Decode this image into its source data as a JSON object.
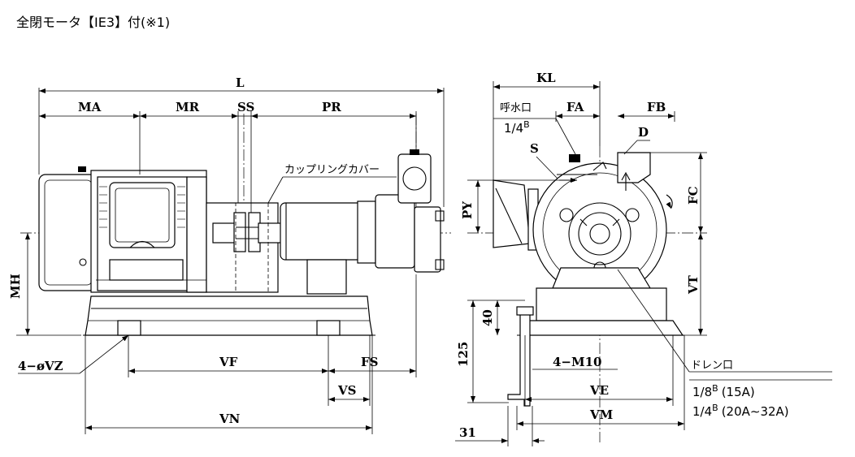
{
  "header": {
    "title": "全閉モータ【IE3】付(※1)"
  },
  "dimensions": {
    "L": "L",
    "MA": "MA",
    "MR": "MR",
    "SS": "SS",
    "PR": "PR",
    "MH": "MH",
    "VZ": "4−øVZ",
    "VF": "VF",
    "FS": "FS",
    "VS": "VS",
    "VN": "VN",
    "KL": "KL",
    "FA": "FA",
    "FB": "FB",
    "D": "D",
    "S": "S",
    "PY": "PY",
    "FC": "FC",
    "VT": "VT",
    "d40": "40",
    "d125": "125",
    "M10": "4−M10",
    "VE": "VE",
    "VM": "VM",
    "d31": "31"
  },
  "callouts": {
    "coupling_cover": "カップリングカバー",
    "priming_port": "呼水口",
    "priming_size": "1/4",
    "priming_sup": "B",
    "drain_port": "ドレン口",
    "drain_size_1": "1/8",
    "drain_sup_1": "B",
    "drain_range_1": "(15A)",
    "drain_size_2": "1/4",
    "drain_sup_2": "B",
    "drain_range_2": "(20A∼32A)"
  }
}
